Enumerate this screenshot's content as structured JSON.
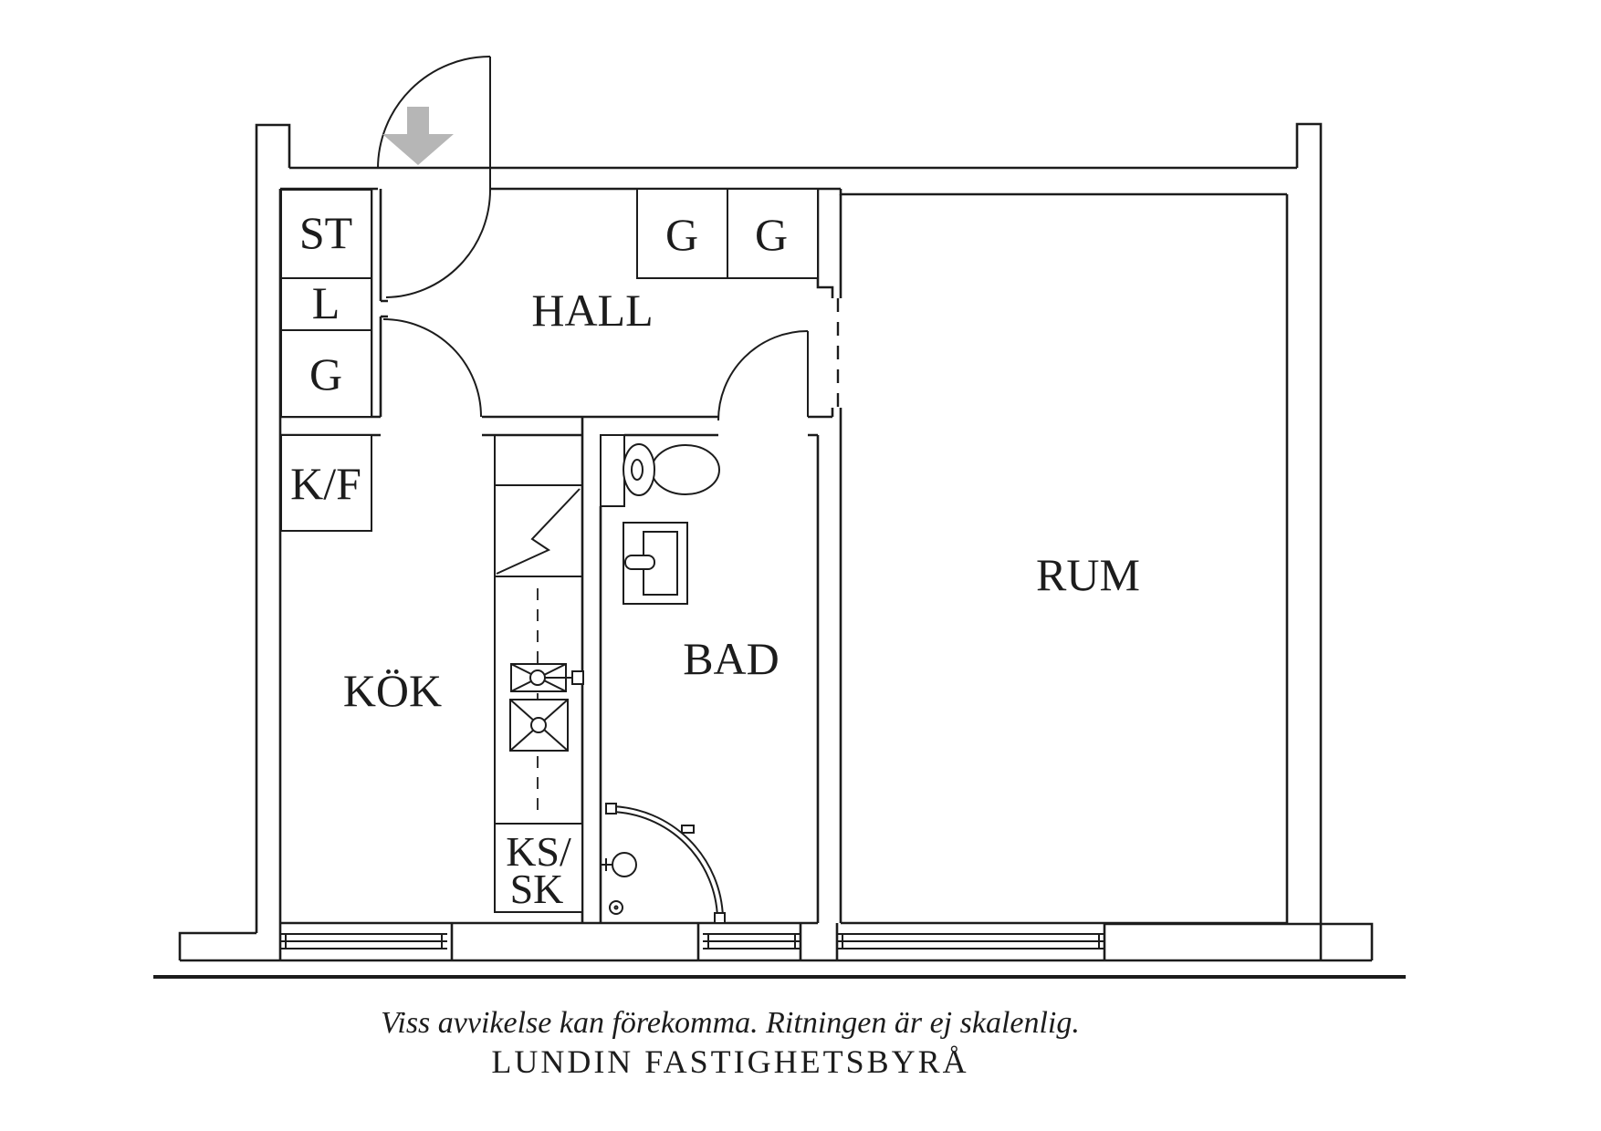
{
  "plan": {
    "labels": {
      "closet_st": "ST",
      "closet_l": "L",
      "closet_g": "G",
      "fridge_freezer": "K/F",
      "wardrobe_g1": "G",
      "wardrobe_g2": "G",
      "hall": "HALL",
      "kitchen": "KÖK",
      "bathroom": "BAD",
      "room": "RUM",
      "cleaning_cabinet_line1": "KS/",
      "cleaning_cabinet_line2": "SK"
    },
    "colors": {
      "line": "#1c1c1c",
      "arrow": "#b6b6b6",
      "background": "#ffffff"
    }
  },
  "footer": {
    "disclaimer": "Viss avvikelse kan förekomma. Ritningen är ej skalenlig.",
    "brand": "LUNDIN FASTIGHETSBYRÅ"
  }
}
